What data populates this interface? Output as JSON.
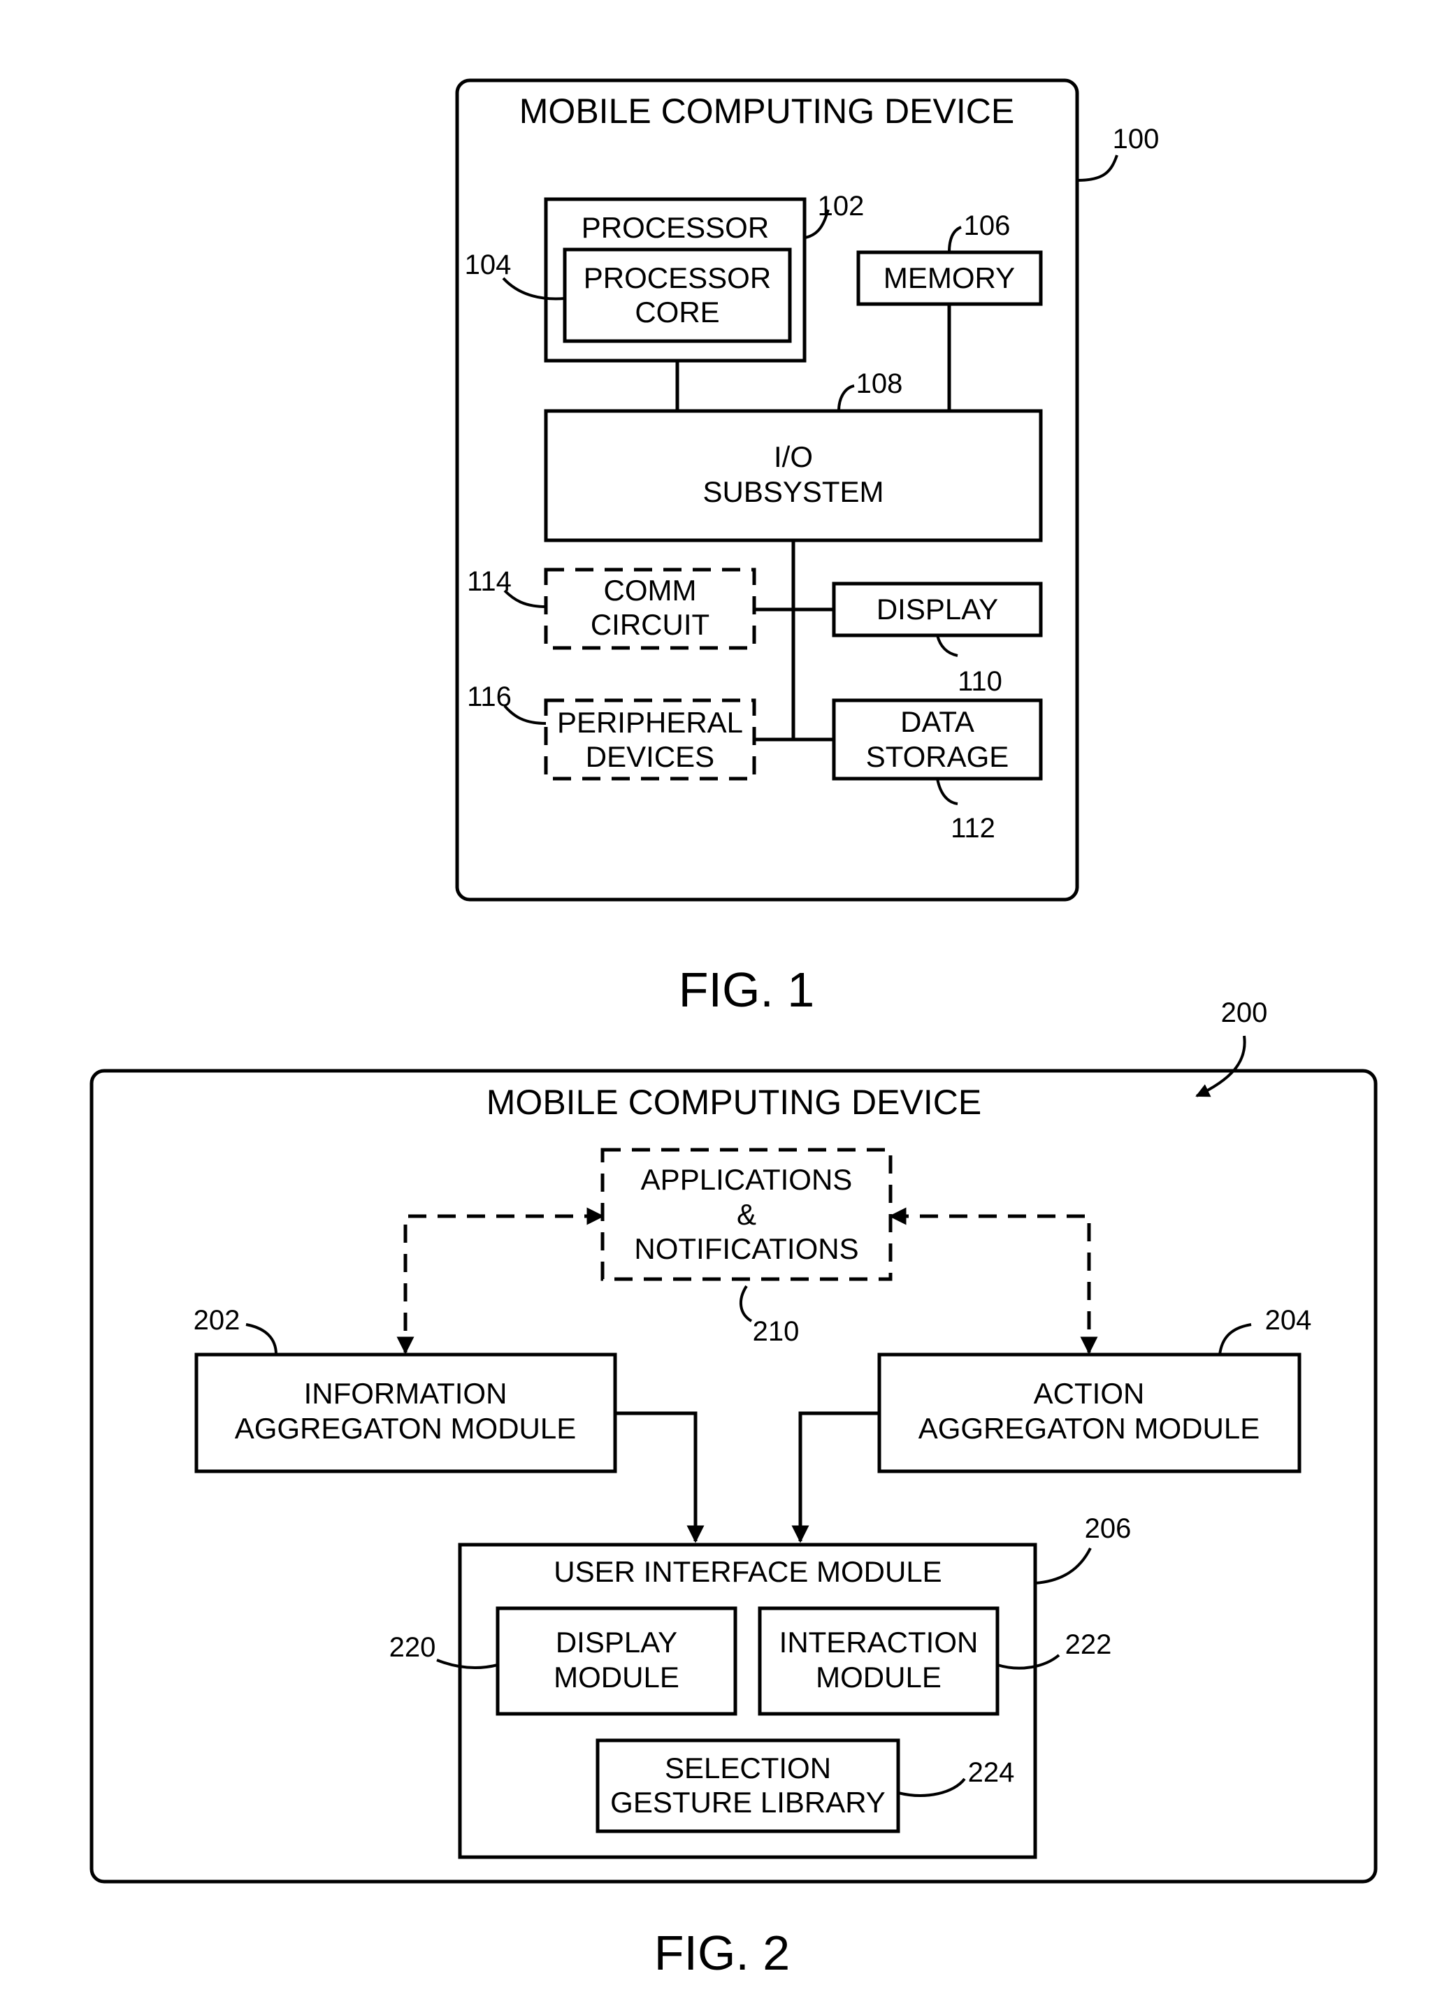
{
  "fig1": {
    "caption": "FIG. 1",
    "title": "MOBILE COMPUTING DEVICE",
    "ref_device": "100",
    "processor": {
      "label": "PROCESSOR",
      "ref": "102"
    },
    "processor_core": {
      "line1": "PROCESSOR",
      "line2": "CORE",
      "ref": "104"
    },
    "memory": {
      "label": "MEMORY",
      "ref": "106"
    },
    "io_subsystem": {
      "line1": "I/O",
      "line2": "SUBSYSTEM",
      "ref": "108"
    },
    "comm_circuit": {
      "line1": "COMM",
      "line2": "CIRCUIT",
      "ref": "114"
    },
    "display": {
      "label": "DISPLAY",
      "ref": "110"
    },
    "peripheral_devices": {
      "line1": "PERIPHERAL",
      "line2": "DEVICES",
      "ref": "116"
    },
    "data_storage": {
      "line1": "DATA",
      "line2": "STORAGE",
      "ref": "112"
    }
  },
  "fig2": {
    "caption": "FIG. 2",
    "title": "MOBILE COMPUTING DEVICE",
    "ref_device": "200",
    "applications": {
      "line1": "APPLICATIONS",
      "line2": "&",
      "line3": "NOTIFICATIONS",
      "ref": "210"
    },
    "information_module": {
      "line1": "INFORMATION",
      "line2": "AGGREGATON MODULE",
      "ref": "202"
    },
    "action_module": {
      "line1": "ACTION",
      "line2": "AGGREGATON MODULE",
      "ref": "204"
    },
    "ui_module": {
      "label": "USER INTERFACE MODULE",
      "ref": "206"
    },
    "display_module": {
      "line1": "DISPLAY",
      "line2": "MODULE",
      "ref": "220"
    },
    "interaction_module": {
      "line1": "INTERACTION",
      "line2": "MODULE",
      "ref": "222"
    },
    "selection_library": {
      "line1": "SELECTION",
      "line2": "GESTURE LIBRARY",
      "ref": "224"
    }
  }
}
